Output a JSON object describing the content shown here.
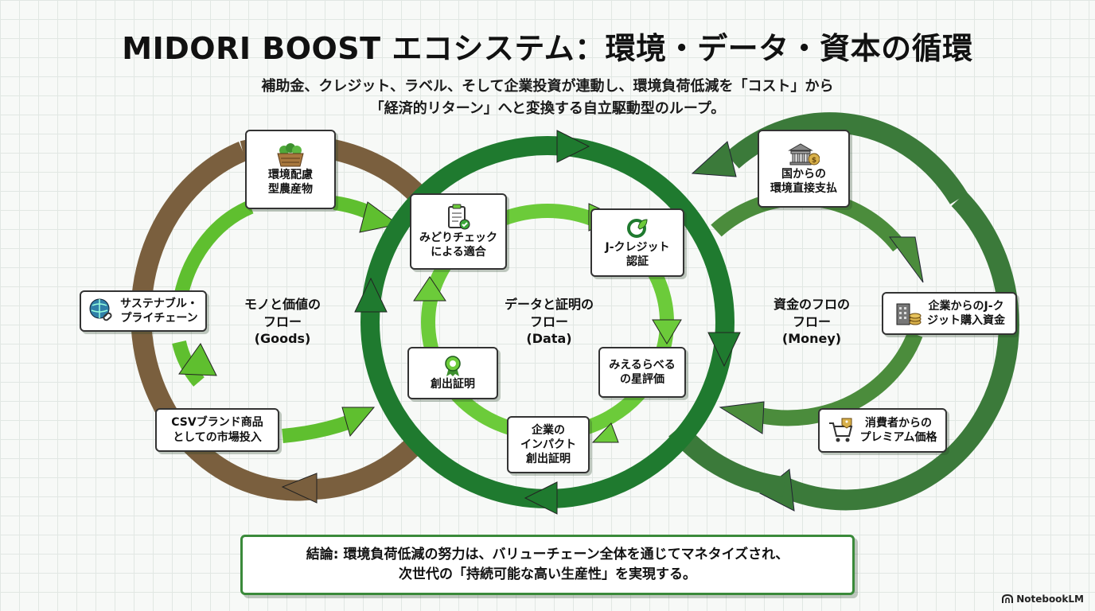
{
  "title": "MIDORI BOOST エコシステム：環境・データ・資本の循環",
  "subtitle": {
    "line1": "補助金、クレジット、ラベル、そして企業投資が連動し、環境負荷低減を「コスト」から",
    "line2": "「経済的リターン」へと変換する自立駆動型のループ。"
  },
  "colors": {
    "goods_outer": "#7a5f3e",
    "goods_inner": "#5fbf2f",
    "data_outer": "#1f7a2f",
    "data_inner": "#6ccb3a",
    "money_outer": "#3b7a3a",
    "conclusion_border": "#3a8a3a"
  },
  "loops": {
    "goods": {
      "label": "モノと価値の\nフロー\n(Goods)"
    },
    "data": {
      "label": "データと証明の\nフロー\n(Data)"
    },
    "money": {
      "label": "資金のフロの\nフロー\n(Money)"
    }
  },
  "nodes": {
    "eco_products": {
      "label": "環境配慮\n型農産物",
      "icon": "vegetable-basket-icon"
    },
    "supply_chain": {
      "label": "サステナブル・\nプライチェーン",
      "icon": "globe-chain-icon"
    },
    "csv_brand": {
      "label": "CSVブランド商品\nとしての市場投入"
    },
    "midori_check": {
      "label": "みどりチェック\nによる適合",
      "icon": "checklist-icon"
    },
    "jcredit_cert": {
      "label": "J-クレジット\n認証",
      "icon": "eco-leaf-icon"
    },
    "star_rating": {
      "label": "みえるらべる\nの星評価"
    },
    "impact_cert": {
      "label": "企業の\nインパクト\n創出証明"
    },
    "creation_cert": {
      "label": "創出証明",
      "icon": "award-badge-icon"
    },
    "gov_payment": {
      "label": "国からの\n環境直接支払",
      "icon": "government-money-icon"
    },
    "corp_jcredit": {
      "label": "企業からのJ-ク\nジット購入資金",
      "icon": "building-coins-icon"
    },
    "consumer_premium": {
      "label": "消費者からの\nプレミアム価格",
      "icon": "shopping-cart-tag-icon"
    }
  },
  "conclusion": {
    "line1": "結論: 環境負荷低減の努力は、バリューチェーン全体を通じてマネタイズされ、",
    "line2": "次世代の「持続可能な高い生産性」を実現する。"
  },
  "brand": {
    "label": "NotebookLM",
    "icon": "notebooklm-logo-icon"
  }
}
